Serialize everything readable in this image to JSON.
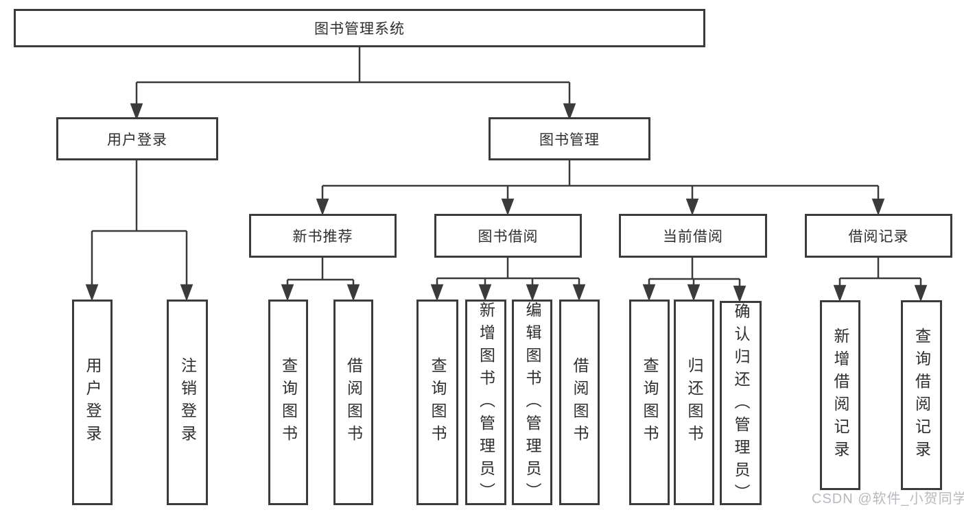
{
  "diagram_title": "图书管理系统",
  "tree": {
    "root": {
      "label": "图书管理系统"
    },
    "branches": [
      {
        "label": "用户登录",
        "children": [
          {
            "label": "用户登录"
          },
          {
            "label": "注销登录"
          }
        ]
      },
      {
        "label": "图书管理",
        "groups": [
          {
            "label": "新书推荐",
            "children": [
              {
                "label": "查询图书"
              },
              {
                "label": "借阅图书"
              }
            ]
          },
          {
            "label": "图书借阅",
            "children": [
              {
                "label": "查询图书"
              },
              {
                "label": "新增图书（管理员）"
              },
              {
                "label": "编辑图书（管理员）"
              },
              {
                "label": "借阅图书"
              }
            ]
          },
          {
            "label": "当前借阅",
            "children": [
              {
                "label": "查询图书"
              },
              {
                "label": "归还图书"
              },
              {
                "label": "确认归还（管理员）"
              }
            ]
          },
          {
            "label": "借阅记录",
            "children": [
              {
                "label": "新增借阅记录"
              },
              {
                "label": "查询借阅记录"
              }
            ]
          }
        ]
      }
    ]
  },
  "watermark": {
    "text": "CSDN @软件_小贺同学",
    "color": "#b6babe"
  },
  "colors": {
    "line": "#3b3b3b",
    "box_border": "#3b3b3b",
    "box_background": "#ffffff",
    "text": "#2e2e2e",
    "page_background": "#ffffff"
  }
}
